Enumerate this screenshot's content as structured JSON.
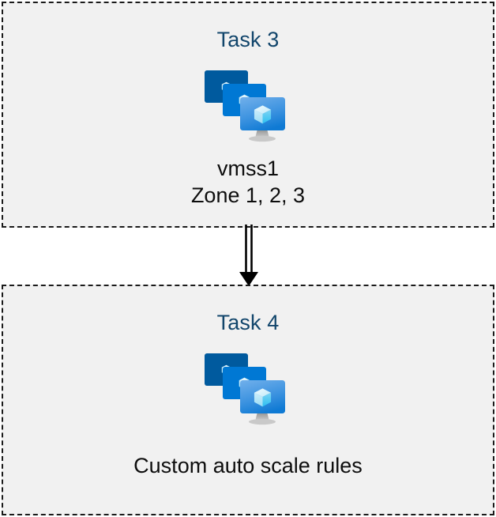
{
  "diagram": {
    "title": "Azure VM scale set task flow",
    "background_color": "#ffffff",
    "box_fill_color": "#f1f1f1",
    "box_border_color": "#1a1a1a",
    "heading_color": "#11456b",
    "caption_color": "#0d0d0d",
    "connector_color": "#000000"
  },
  "boxes": [
    {
      "id": "task-3",
      "heading": "Task 3",
      "icon": "vm-scale-set-icon",
      "captions": [
        "vmss1",
        "Zone 1, 2, 3"
      ]
    },
    {
      "id": "task-4",
      "heading": "Task 4",
      "icon": "vm-scale-set-icon",
      "captions": [
        "Custom auto scale rules"
      ]
    }
  ],
  "connector": {
    "name": "double-line-arrow-down",
    "from": "Task 3",
    "to": "Task 4",
    "style": "double-line",
    "arrowhead": "solid-triangle",
    "color": "#000000"
  },
  "icon_palette": {
    "monitor_back": "#005a9e",
    "monitor_middle": "#0078d4",
    "monitor_front_top": "#61a7e8",
    "monitor_front_bottom": "#0f7ad4",
    "cube_light": "#e8f7fd",
    "cube_mid": "#9fe0f6",
    "cube_dark": "#32c5f4",
    "stand": "#a8a8a8"
  }
}
